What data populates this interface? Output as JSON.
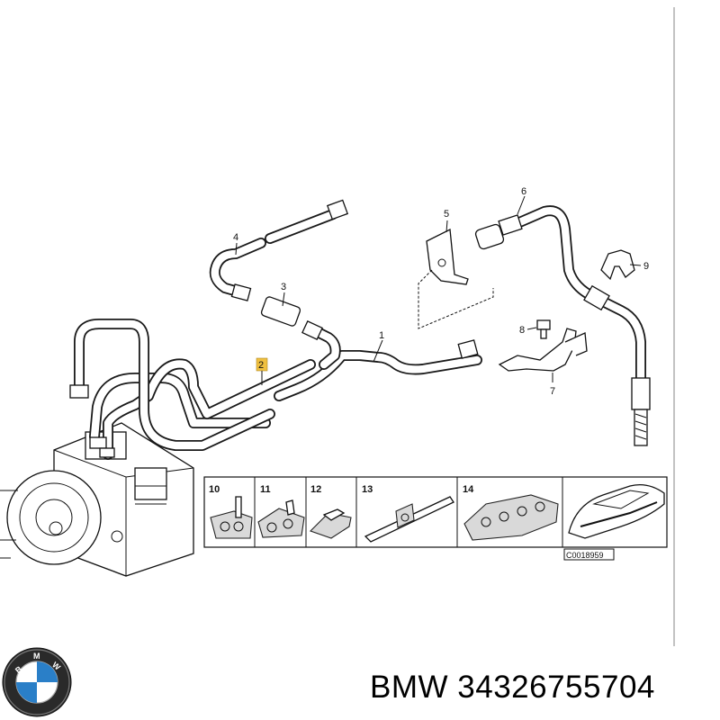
{
  "diagram": {
    "callouts": [
      "1",
      "2",
      "3",
      "4",
      "5",
      "6",
      "7",
      "8",
      "9"
    ],
    "highlighted_callout": "2",
    "highlight_color": "#f0c040",
    "inset_labels": [
      "10",
      "11",
      "12",
      "13",
      "14"
    ],
    "reference_code": "C0018959"
  },
  "branding": {
    "logo_letters": "BMW",
    "caption": "BMW 34326755704"
  }
}
